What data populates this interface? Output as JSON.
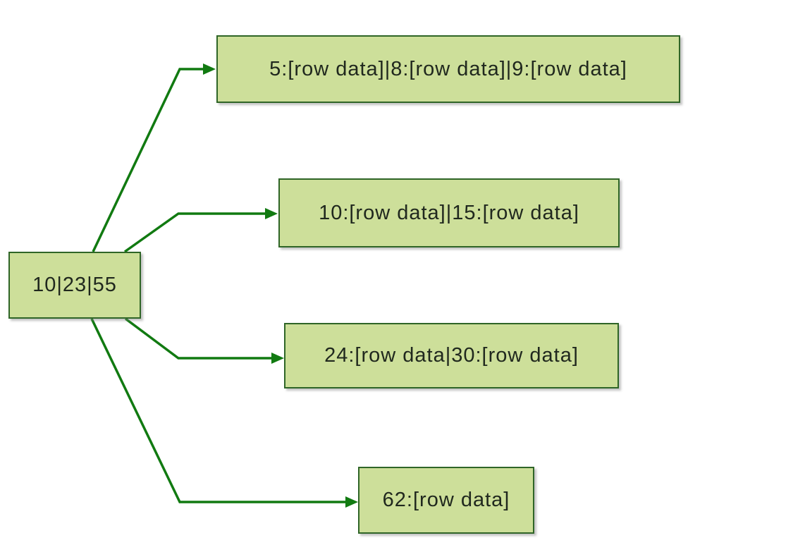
{
  "diagram": {
    "nodes": {
      "root": {
        "label": "10|23|55"
      },
      "leaves": [
        {
          "label": "5:[row data]|8:[row data]|9:[row data]"
        },
        {
          "label": "10:[row data]|15:[row data]"
        },
        {
          "label": "24:[row data|30:[row data]"
        },
        {
          "label": "62:[row data]"
        }
      ]
    },
    "edges": [
      {
        "from": "root",
        "to": "leaf-0"
      },
      {
        "from": "root",
        "to": "leaf-1"
      },
      {
        "from": "root",
        "to": "leaf-2"
      },
      {
        "from": "root",
        "to": "leaf-3"
      }
    ],
    "colors": {
      "node_fill": "#cddf9a",
      "node_border": "#2f6527",
      "arrow": "#117a11",
      "text": "#20281e",
      "background": "#ffffff"
    }
  }
}
